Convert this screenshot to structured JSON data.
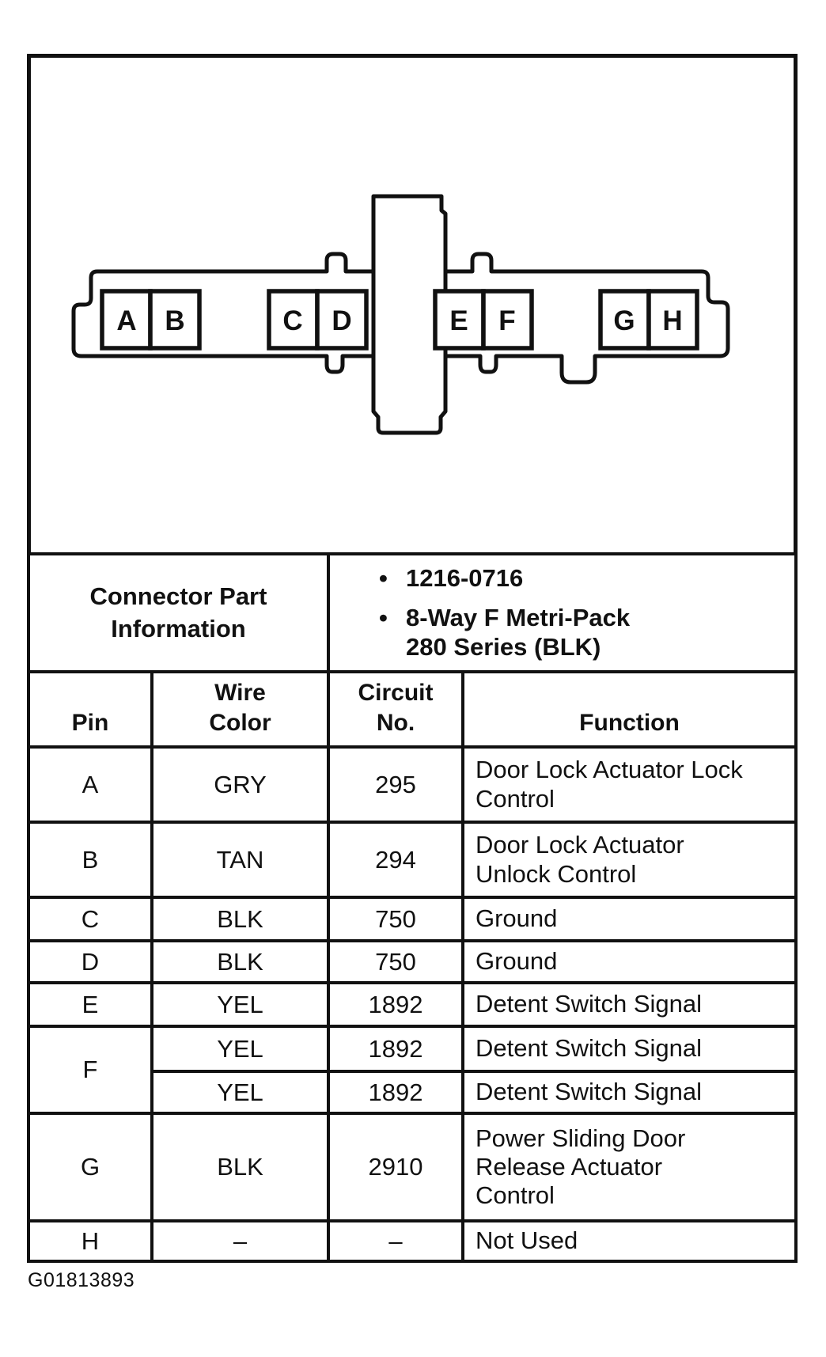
{
  "colors": {
    "ink": "#111111",
    "paper": "#ffffff"
  },
  "diagram": {
    "pins": [
      "A",
      "B",
      "C",
      "D",
      "E",
      "F",
      "G",
      "H"
    ]
  },
  "part_info": {
    "label": "Connector Part\nInformation",
    "bullet_glyph": "•",
    "bullet_1": "1216-0716",
    "bullet_2": "8-Way F Metri-Pack\n280 Series (BLK)"
  },
  "table": {
    "headers": {
      "pin": "Pin",
      "wire_color": "Wire\nColor",
      "circuit_no": "Circuit\nNo.",
      "function": "Function"
    },
    "rows": [
      {
        "pin": "A",
        "wire_color": "GRY",
        "circuit_no": "295",
        "function": "Door Lock Actuator Lock\nControl"
      },
      {
        "pin": "B",
        "wire_color": "TAN",
        "circuit_no": "294",
        "function": "Door Lock Actuator\nUnlock Control"
      },
      {
        "pin": "C",
        "wire_color": "BLK",
        "circuit_no": "750",
        "function": "Ground"
      },
      {
        "pin": "D",
        "wire_color": "BLK",
        "circuit_no": "750",
        "function": "Ground"
      },
      {
        "pin": "E",
        "wire_color": "YEL",
        "circuit_no": "1892",
        "function": "Detent Switch Signal"
      },
      {
        "pin": "F",
        "wire_color": "YEL",
        "circuit_no": "1892",
        "function": "Detent Switch Signal"
      },
      {
        "pin": "",
        "wire_color": "YEL",
        "circuit_no": "1892",
        "function": "Detent Switch Signal"
      },
      {
        "pin": "G",
        "wire_color": "BLK",
        "circuit_no": "2910",
        "function": "Power Sliding Door\nRelease Actuator\nControl"
      },
      {
        "pin": "H",
        "wire_color": "–",
        "circuit_no": "–",
        "function": "Not Used"
      }
    ]
  },
  "caption": "G01813893"
}
